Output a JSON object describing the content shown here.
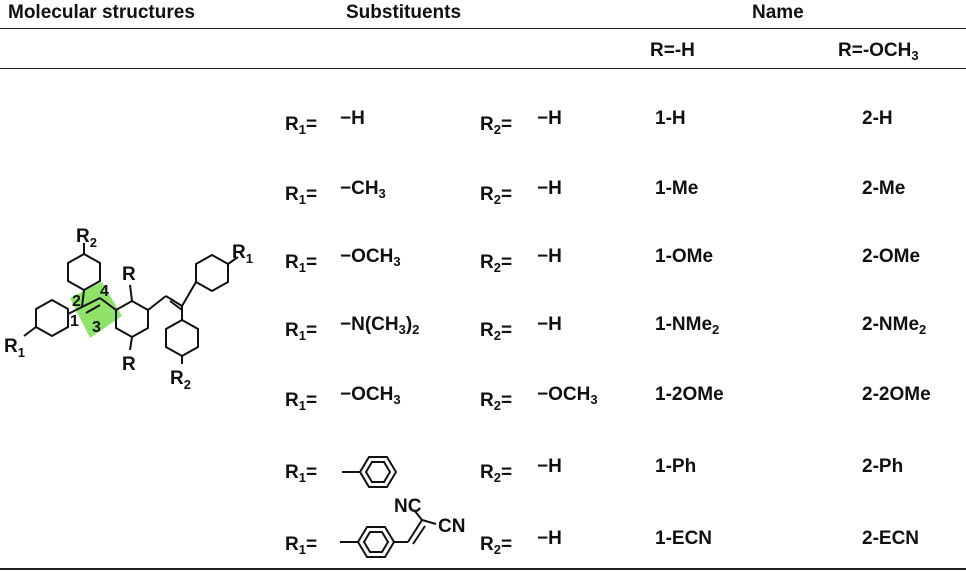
{
  "header": {
    "col_structure": "Molecular structures",
    "col_substituents": "Substituents",
    "col_name": "Name",
    "sub_r_h": "R=-H",
    "sub_r_och3": "R=-OCH",
    "sub_r_och3_sub": "3"
  },
  "structure": {
    "label_R2_top": "R",
    "label_R2_top_sub": "2",
    "label_R_top": "R",
    "label_R_bottom": "R",
    "label_R1_left": "R",
    "label_R1_left_sub": "1",
    "label_R1_right": "R",
    "label_R1_right_sub": "1",
    "label_R2_bottom": "R",
    "label_R2_bottom_sub": "2",
    "num_1": "1",
    "num_2": "2",
    "num_3": "3",
    "num_4": "4",
    "highlight_color": "#8fe36a"
  },
  "rows": [
    {
      "r1_label": "R",
      "r1_sub": "1",
      "eq": "=",
      "r1_value": "−H",
      "r1_value_sub": "",
      "r1_value_tail": "",
      "r1_value_tail_sub": "",
      "r2_label": "R",
      "r2_sub": "2",
      "eq2": "=",
      "r2_value": "−H",
      "r2_value_sub": "",
      "name1": "1-H",
      "name1_sub": "",
      "name2": "2-H",
      "name2_sub": ""
    },
    {
      "r1_label": "R",
      "r1_sub": "1",
      "eq": "=",
      "r1_value": "−CH",
      "r1_value_sub": "3",
      "r1_value_tail": "",
      "r1_value_tail_sub": "",
      "r2_label": "R",
      "r2_sub": "2",
      "eq2": "=",
      "r2_value": "−H",
      "r2_value_sub": "",
      "name1": "1-Me",
      "name1_sub": "",
      "name2": "2-Me",
      "name2_sub": ""
    },
    {
      "r1_label": "R",
      "r1_sub": "1",
      "eq": "=",
      "r1_value": "−OCH",
      "r1_value_sub": "3",
      "r1_value_tail": "",
      "r1_value_tail_sub": "",
      "r2_label": "R",
      "r2_sub": "2",
      "eq2": "=",
      "r2_value": "−H",
      "r2_value_sub": "",
      "name1": "1-OMe",
      "name1_sub": "",
      "name2": "2-OMe",
      "name2_sub": ""
    },
    {
      "r1_label": "R",
      "r1_sub": "1",
      "eq": "=",
      "r1_value": "−N(CH",
      "r1_value_sub": "3",
      "r1_value_tail": ")",
      "r1_value_tail_sub": "2",
      "r2_label": "R",
      "r2_sub": "2",
      "eq2": "=",
      "r2_value": "−H",
      "r2_value_sub": "",
      "name1": "1-NMe",
      "name1_sub": "2",
      "name2": "2-NMe",
      "name2_sub": "2"
    },
    {
      "r1_label": "R",
      "r1_sub": "1",
      "eq": "=",
      "r1_value": "−OCH",
      "r1_value_sub": "3",
      "r1_value_tail": "",
      "r1_value_tail_sub": "",
      "r2_label": "R",
      "r2_sub": "2",
      "eq2": "=",
      "r2_value": "−OCH",
      "r2_value_sub": "3",
      "name1": "1-2OMe",
      "name1_sub": "",
      "name2": "2-2OMe",
      "name2_sub": ""
    },
    {
      "r1_label": "R",
      "r1_sub": "1",
      "eq": "=",
      "r1_value": "",
      "r1_value_sub": "",
      "r1_value_tail": "",
      "r1_value_tail_sub": "",
      "r2_label": "R",
      "r2_sub": "2",
      "eq2": "=",
      "r2_value": "−H",
      "r2_value_sub": "",
      "name1": "1-Ph",
      "name1_sub": "",
      "name2": "2-Ph",
      "name2_sub": ""
    },
    {
      "r1_label": "R",
      "r1_sub": "1",
      "eq": "=",
      "r1_value": "",
      "r1_value_sub": "",
      "r1_value_tail": "",
      "r1_value_tail_sub": "",
      "r2_label": "R",
      "r2_sub": "2",
      "eq2": "=",
      "r2_value": "−H",
      "r2_value_sub": "",
      "name1": "1-ECN",
      "name1_sub": "",
      "name2": "2-ECN",
      "name2_sub": ""
    }
  ],
  "ecn_group": {
    "nc_label": "NC",
    "cn_label": "CN"
  }
}
